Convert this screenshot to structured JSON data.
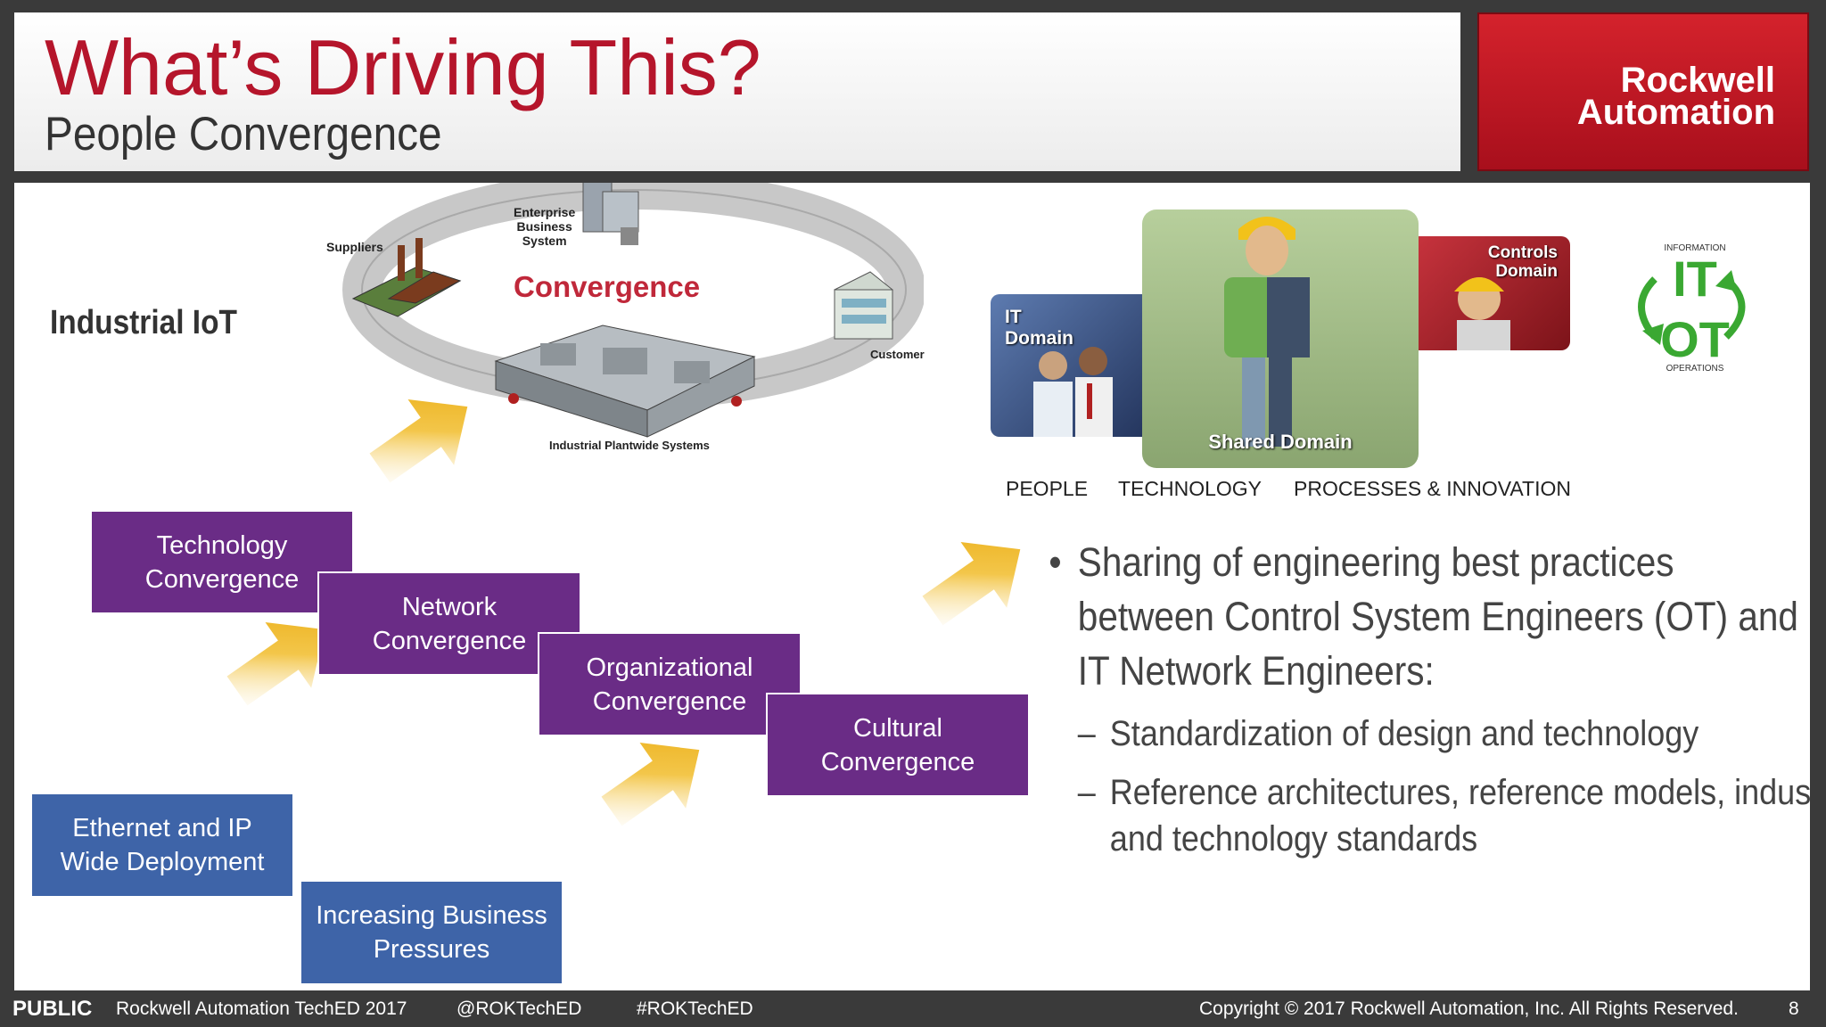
{
  "header": {
    "title": "What’s Driving This?",
    "subtitle": "People Convergence"
  },
  "logo": {
    "text": "Rockwell\nAutomation"
  },
  "left": {
    "industrial_iot": "Industrial IoT",
    "diagram": {
      "center_label": "Convergence",
      "enterprise": "Enterprise\nBusiness\nSystem",
      "suppliers": "Suppliers",
      "customer": "Customer",
      "plantwide": "Industrial Plantwide Systems"
    },
    "boxes": {
      "technology": "Technology\nConvergence",
      "network": "Network\nConvergence",
      "organizational": "Organizational\nConvergence",
      "cultural": "Cultural\nConvergence",
      "ethernet": "Ethernet and IP\nWide Deployment",
      "business": "Increasing Business\nPressures"
    }
  },
  "right": {
    "domains": {
      "it": "IT\nDomain",
      "shared": "Shared Domain",
      "controls": "Controls\nDomain"
    },
    "itot": {
      "information": "INFORMATION",
      "it": "IT",
      "ot": "OT",
      "operations": "OPERATIONS"
    },
    "categories": [
      "PEOPLE",
      "TECHNOLOGY",
      "PROCESSES & INNOVATION"
    ],
    "bullet": "Sharing of engineering best practices between Control System Engineers (OT) and IT Network Engineers:",
    "subbullets": [
      "Standardization of design and technology",
      "Reference architectures, reference models, industry and technology standards"
    ]
  },
  "footer": {
    "public": "PUBLIC",
    "event": "Rockwell Automation TechED 2017",
    "handle": "@ROKTechED",
    "hashtag": "#ROKTechED",
    "copyright": "Copyright © 2017 Rockwell Automation, Inc. All Rights Reserved.",
    "page": "8"
  },
  "colors": {
    "title_red": "#b5152b",
    "purple": "#6a2c86",
    "blue": "#3e64a8",
    "arrow_yellow": "#f0b21e",
    "itot_green": "#3aa832"
  }
}
